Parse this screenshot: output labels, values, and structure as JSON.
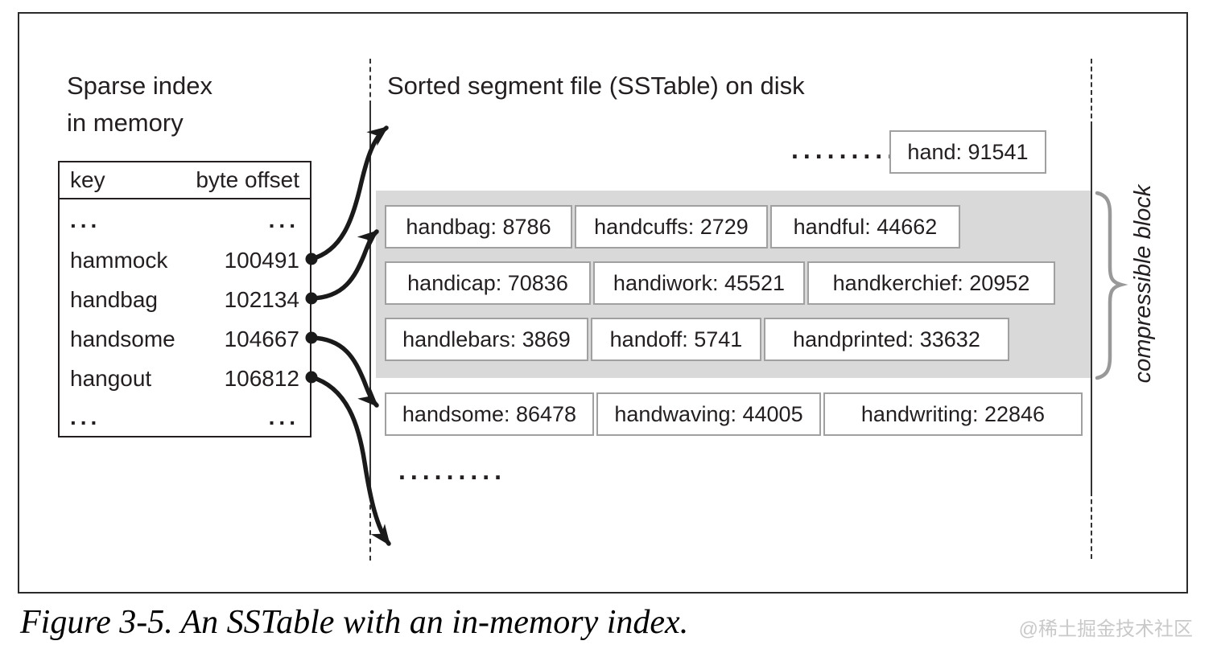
{
  "figure": {
    "sparse_index": {
      "title_line1": "Sparse index",
      "title_line2": "in memory",
      "table": {
        "col_key": "key",
        "col_offset": "byte offset",
        "rows": [
          {
            "key": "...",
            "offset": "..."
          },
          {
            "key": "hammock",
            "offset": "100491"
          },
          {
            "key": "handbag",
            "offset": "102134"
          },
          {
            "key": "handsome",
            "offset": "104667"
          },
          {
            "key": "hangout",
            "offset": "106812"
          },
          {
            "key": "...",
            "offset": "..."
          }
        ]
      }
    },
    "sstable": {
      "title": "Sorted segment file (SSTable) on disk",
      "top_ellipsis": ".........",
      "top_box": "hand: 91541",
      "compressible_rows": [
        [
          "handbag: 8786",
          "handcuffs: 2729",
          "handful: 44662"
        ],
        [
          "handicap: 70836",
          "handiwork: 45521",
          "handkerchief: 20952"
        ],
        [
          "handlebars: 3869",
          "handoff: 5741",
          "handprinted: 33632"
        ]
      ],
      "bottom_row": [
        "handsome: 86478",
        "handwaving: 44005",
        "handwriting: 22846"
      ],
      "bottom_ellipsis": ".........",
      "brace_label": "compressible block"
    },
    "caption": "Figure 3-5. An SSTable with an in-memory index.",
    "watermark": "@稀土掘金技术社区",
    "colors": {
      "block_bg": "#d9d9d9",
      "box_border": "#a0a0a0",
      "brace": "#999999",
      "ink": "#231f20",
      "watermark": "#c9c9c9"
    }
  }
}
